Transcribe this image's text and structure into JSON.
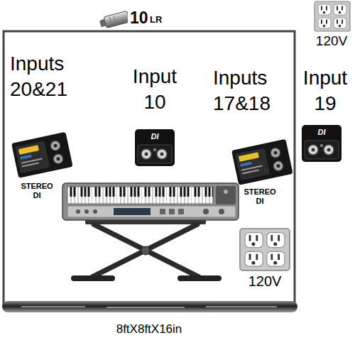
{
  "diagram": {
    "labels": [
      "10",
      "LR",
      "120V",
      "Inputs 20&21",
      "Input 10",
      "Inputs 17&18",
      "Input 19",
      "DI",
      "DI",
      "STEREO DI",
      "STEREO DI",
      "120V",
      "8ftX8ftX16in"
    ]
  }
}
